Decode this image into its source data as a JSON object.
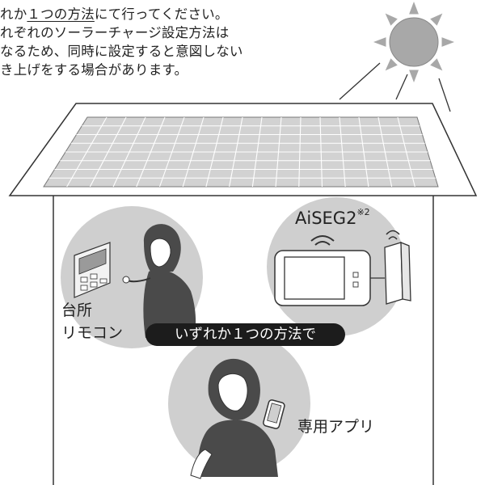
{
  "note": {
    "line1_pre": "れか",
    "line1_underlined": "１つの方法",
    "line1_post": "にて行ってください。",
    "line2": "れぞれのソーラーチャージ設定方法は",
    "line3": "なるため、同時に設定すると意図しない",
    "line4": "き上げをする場合があります。"
  },
  "labels": {
    "aiseg_name": "AiSEG2",
    "aiseg_footnote": "※2",
    "kitchen_line1": "台所",
    "kitchen_line2": "リモコン",
    "app": "専用アプリ",
    "choose_one_badge": "いずれか１つの方法で"
  },
  "colors": {
    "roof_panel": "#d2d2d2",
    "circle_bg": "#cfcfcf",
    "sun": "#a8a8a8",
    "badge_bg": "#1c1c1c",
    "line": "#333333"
  },
  "icons": [
    "sun-icon",
    "solar-panel-roof",
    "kitchen-remote-icon",
    "aiseg-monitor-icon",
    "wifi-signal-icon",
    "smartphone-icon"
  ]
}
